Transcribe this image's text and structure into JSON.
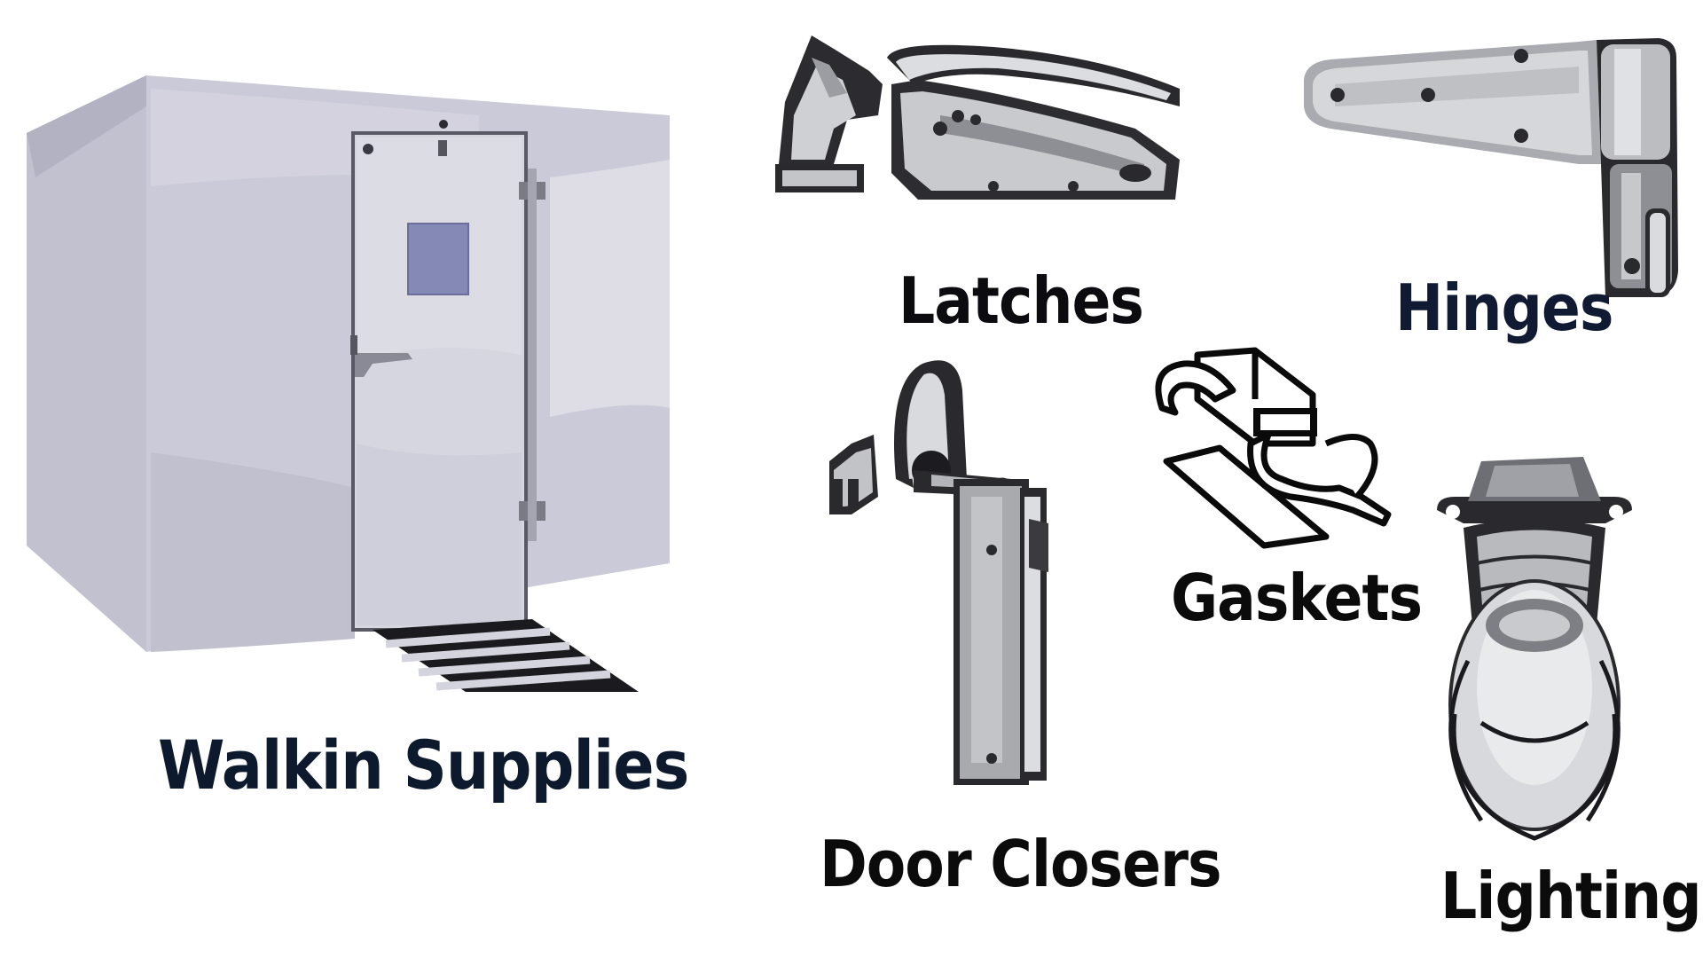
{
  "categories": {
    "walkin": {
      "label": "Walkin Supplies"
    },
    "latches": {
      "label": "Latches"
    },
    "hinges": {
      "label": "Hinges"
    },
    "gaskets": {
      "label": "Gaskets"
    },
    "closers": {
      "label": "Door Closers"
    },
    "lighting": {
      "label": "Lighting"
    }
  },
  "colors": {
    "label_text": "#0b1527",
    "walkin_body": "#c9c8d6",
    "walkin_window": "#8489b6",
    "metal_light": "#e2e3e6",
    "metal_mid": "#a7a9ad",
    "metal_dark": "#2a2a2e"
  }
}
